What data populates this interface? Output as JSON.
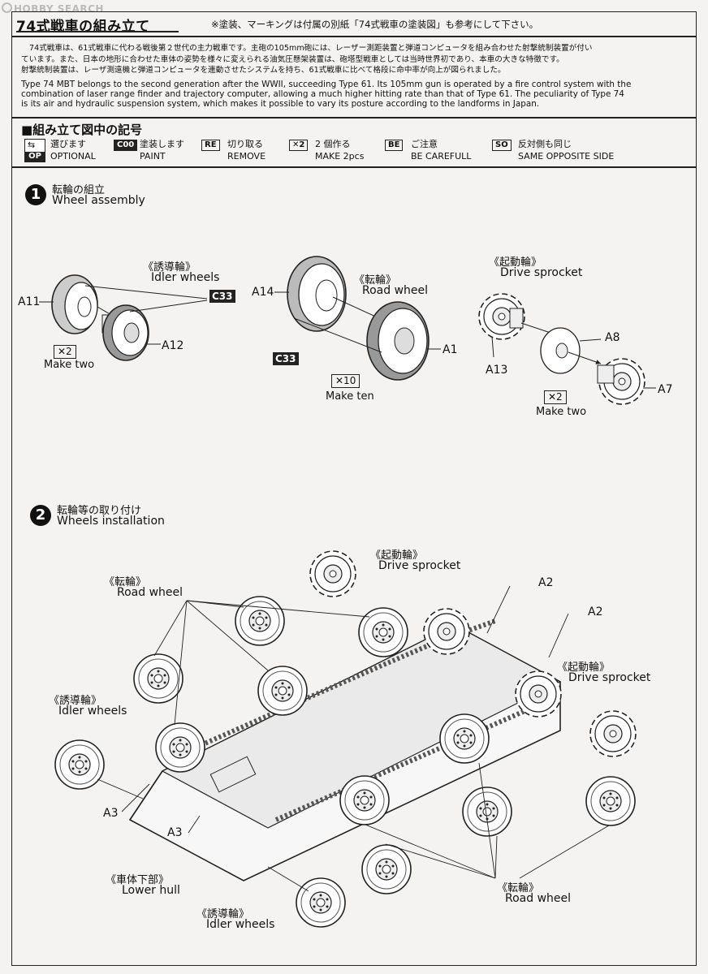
{
  "watermark": "HOBBY SEARCH",
  "header": {
    "title": "74式戦車の組み立て",
    "note": "※塗装、マーキングは付属の別紙「74式戦車の塗装図」も参考にして下さい。"
  },
  "intro": {
    "jp_lines": [
      "74式戦車は、61式戦車に代わる戦後第２世代の主力戦車です。主砲の105mm砲には、レーザー測距装置と弾道コンピュータを組み合わせた射撃統制装置が付い",
      "ています。また、日本の地形に合わせた車体の姿勢を様々に変えられる油気圧懸架装置は、砲塔型戦車としては当時世界初であり、本車の大きな特徴です。",
      "射撃統制装置は、レーザ測遠機と弾道コンピュータを連動させたシステムを持ち、61式戦車に比べて格段に命中率が向上が図られました。"
    ],
    "en_lines": [
      "Type 74 MBT belongs to the second generation after the WWII, succeeding Type 61. Its 105mm gun is operated by a fire control system with the",
      "combination of laser range finder and trajectory computer, allowing a much higher hitting rate than that of Type 61. The peculiarity of Type 74",
      "is its air and hydraulic suspension system, which makes it possible to vary its posture according to the landforms in Japan."
    ]
  },
  "symbols": {
    "title": "■組み立て図中の記号",
    "items": [
      {
        "badge": "OP",
        "jp": "選びます",
        "en": "OPTIONAL"
      },
      {
        "badge": "C00",
        "jp": "塗装します",
        "en": "PAINT"
      },
      {
        "badge": "RE",
        "jp": "切り取る",
        "en": "REMOVE"
      },
      {
        "badge": "✕2",
        "jp": "2 個作る",
        "en": "MAKE 2pcs"
      },
      {
        "badge": "BE",
        "jp": "ご注意",
        "en": "BE CAREFULL"
      },
      {
        "badge": "SO",
        "jp": "反対側も同じ",
        "en": "SAME OPPOSITE SIDE"
      }
    ]
  },
  "step1": {
    "number": "1",
    "jp": "転輪の組立",
    "en": "Wheel assembly",
    "idler": {
      "jp": "《誘導輪》",
      "en": "Idler wheels",
      "parts": [
        "A11",
        "A12"
      ],
      "paint": "C33",
      "qty": "✕2",
      "qty_text": "Make two"
    },
    "road": {
      "jp": "《転輪》",
      "en": "Road wheel",
      "parts": [
        "A14",
        "A1"
      ],
      "paint": "C33",
      "qty": "✕10",
      "qty_text": "Make ten"
    },
    "sprocket": {
      "jp": "《起動輪》",
      "en": "Drive sprocket",
      "parts": [
        "A13",
        "A8",
        "A7"
      ],
      "qty": "✕2",
      "qty_text": "Make two"
    }
  },
  "step2": {
    "number": "2",
    "jp": "転輪等の取り付け",
    "en": "Wheels installation",
    "labels": {
      "road_top_jp": "《転輪》",
      "road_top_en": "Road wheel",
      "sprocket_top_jp": "《起動輪》",
      "sprocket_top_en": "Drive sprocket",
      "sprocket_right_jp": "《起動輪》",
      "sprocket_right_en": "Drive sprocket",
      "idler_left_jp": "《誘導輪》",
      "idler_left_en": "Idler wheels",
      "hull_jp": "《車体下部》",
      "hull_en": "Lower hull",
      "idler_bottom_jp": "《誘導輪》",
      "idler_bottom_en": "Idler wheels",
      "road_bottom_jp": "《転輪》",
      "road_bottom_en": "Road wheel",
      "a2_top": "A2",
      "a2_right": "A2",
      "a3_left": "A3",
      "a3_mid": "A3"
    }
  }
}
